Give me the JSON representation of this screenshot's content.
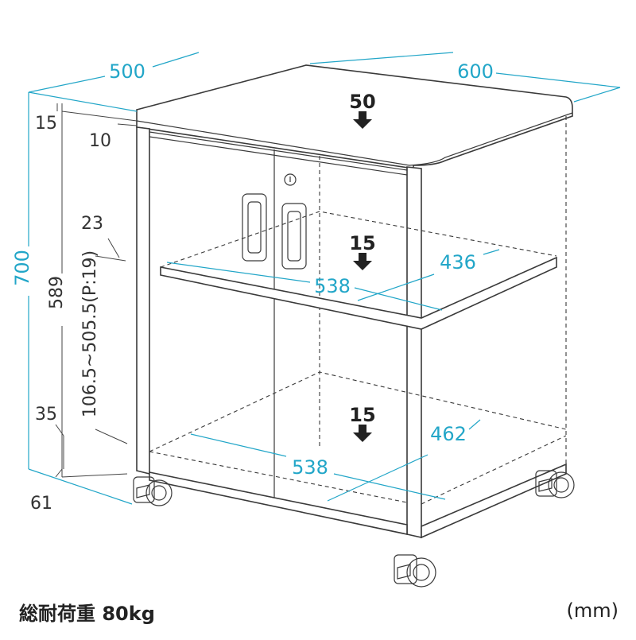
{
  "dimensions": {
    "depth": "500",
    "width": "600",
    "height": "700",
    "top_thickness": "15",
    "top_overhang": "10",
    "inner_height": "589",
    "shelf_thickness": "23",
    "shelf_range": "106.5~505.5(P:19)",
    "bottom_panel": "35",
    "caster_height": "61",
    "shelf_depth": "436",
    "shelf_width": "538",
    "bottom_depth": "462",
    "bottom_width": "538"
  },
  "loads": {
    "top": "50",
    "shelf": "15",
    "bottom": "15"
  },
  "caption": {
    "total_load": "総耐荷重 80kg",
    "unit": "(mm)"
  },
  "colors": {
    "dimension_line": "#22a6c8",
    "outline": "#3a3a3a"
  }
}
